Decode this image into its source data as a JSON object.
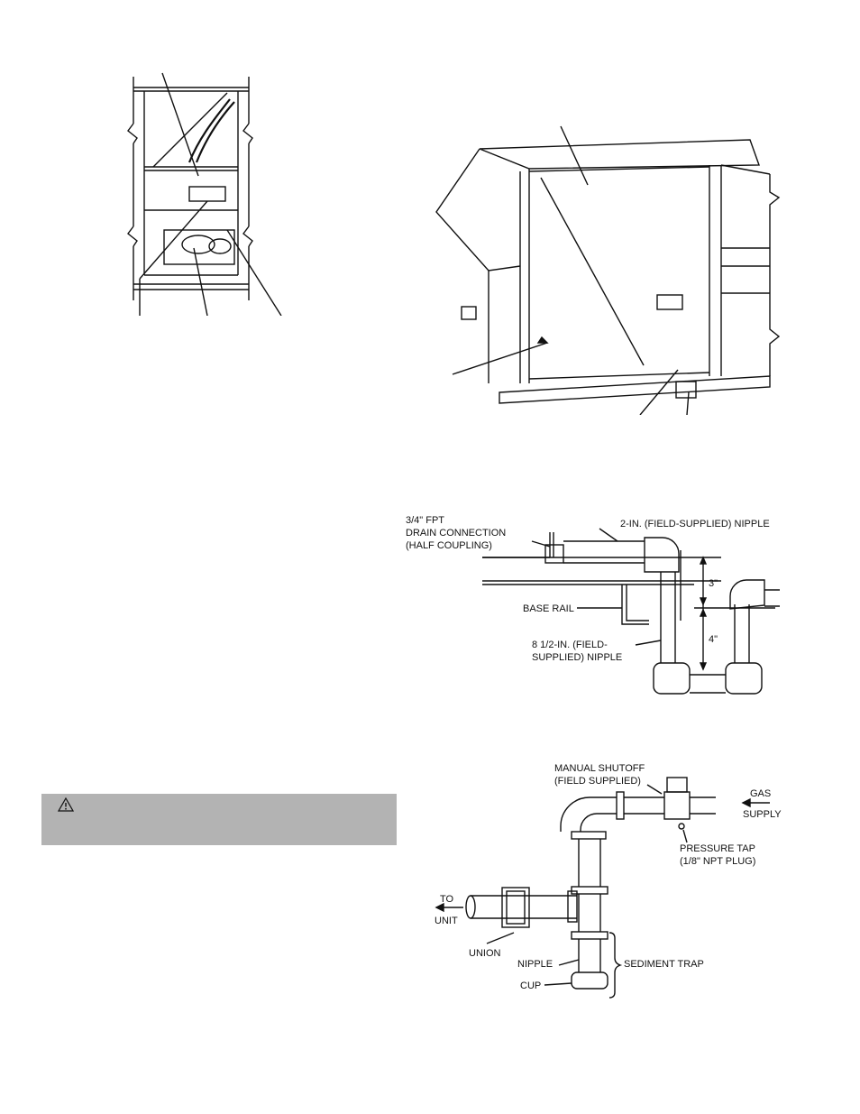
{
  "drain_figure": {
    "connection_label_line1": "3/4\" FPT",
    "connection_label_line2": "DRAIN CONNECTION",
    "connection_label_line3": "(HALF COUPLING)",
    "nipple_top_label": "2-IN. (FIELD-SUPPLIED) NIPPLE",
    "base_rail_label": "BASE RAIL",
    "nipple_long_line1": "8 1/2-IN. (FIELD-",
    "nipple_long_line2": "SUPPLIED) NIPPLE",
    "dim_upper": "3\"",
    "dim_lower": "4\""
  },
  "gas_figure": {
    "shutoff_line1": "MANUAL SHUTOFF",
    "shutoff_line2": "(FIELD SUPPLIED)",
    "gas_line1": "GAS",
    "gas_line2": "SUPPLY",
    "tap_line1": "PRESSURE TAP",
    "tap_line2": "(1/8\" NPT PLUG)",
    "to_line1": "TO",
    "to_line2": "UNIT",
    "union_label": "UNION",
    "nipple_label": "NIPPLE",
    "sediment_label": "SEDIMENT TRAP",
    "cup_label": "CUP"
  },
  "warning": {
    "icon": "warning-triangle-icon",
    "background": "#b3b3b3"
  }
}
